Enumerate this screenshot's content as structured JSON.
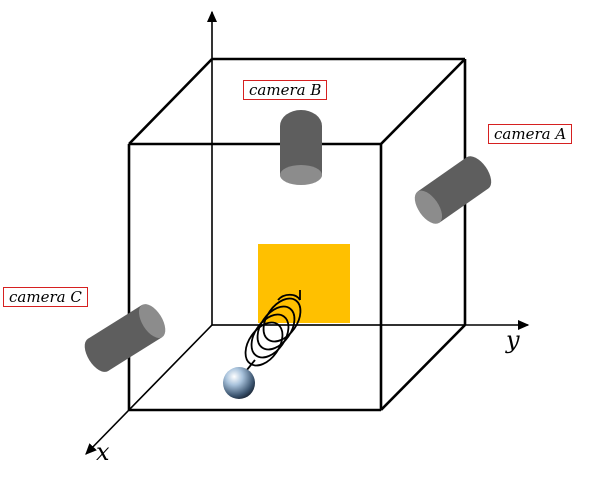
{
  "cameras": {
    "a": {
      "label": "camera A"
    },
    "b": {
      "label": "camera B"
    },
    "c": {
      "label": "camera C"
    }
  },
  "axes": {
    "x": "x",
    "y": "y"
  },
  "colors": {
    "label_border": "#d62020",
    "camera_body": "#5e5e5e",
    "camera_face": "#8c8c8c",
    "target": "#ffc000",
    "line": "#000000"
  }
}
